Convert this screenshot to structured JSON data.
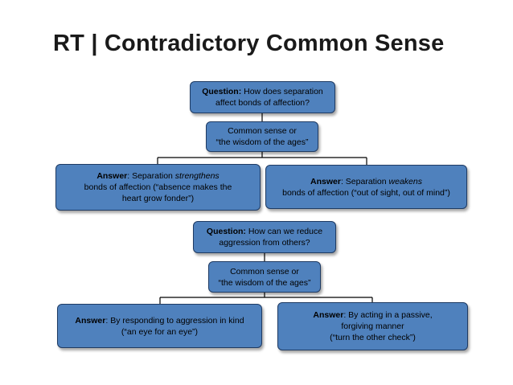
{
  "title": "RT | Contradictory Common Sense",
  "diagram1": {
    "question": {
      "label": "Question:",
      "text": "How does separation",
      "line2": "affect bonds of affection?"
    },
    "hub": {
      "line1": "Common sense or",
      "line2": "“the wisdom of the ages”"
    },
    "left": {
      "label": "Answer",
      "pre": ": Separation ",
      "em": "strengthens",
      "line2": "bonds of affection (“absence makes the",
      "line3": "heart grow fonder”)"
    },
    "right": {
      "label": "Answer",
      "pre": ": Separation ",
      "em": "weakens",
      "line2": "bonds of affection (“out of sight, out of mind”)"
    }
  },
  "diagram2": {
    "question": {
      "label": "Question:",
      "text": "How can we reduce",
      "line2": "aggression from others?"
    },
    "hub": {
      "line1": "Common sense or",
      "line2": "“the wisdom of the ages”"
    },
    "left": {
      "label": "Answer",
      "text": ": By responding to aggression in kind",
      "line2": "(“an eye for an eye”)"
    },
    "right": {
      "label": "Answer",
      "text": ": By acting in a passive,",
      "line2": "forgiving manner",
      "line3": "(“turn the other check”)"
    }
  },
  "colors": {
    "box_fill": "#4f81bd",
    "box_border": "#1f3b63",
    "connector": "#000000"
  }
}
